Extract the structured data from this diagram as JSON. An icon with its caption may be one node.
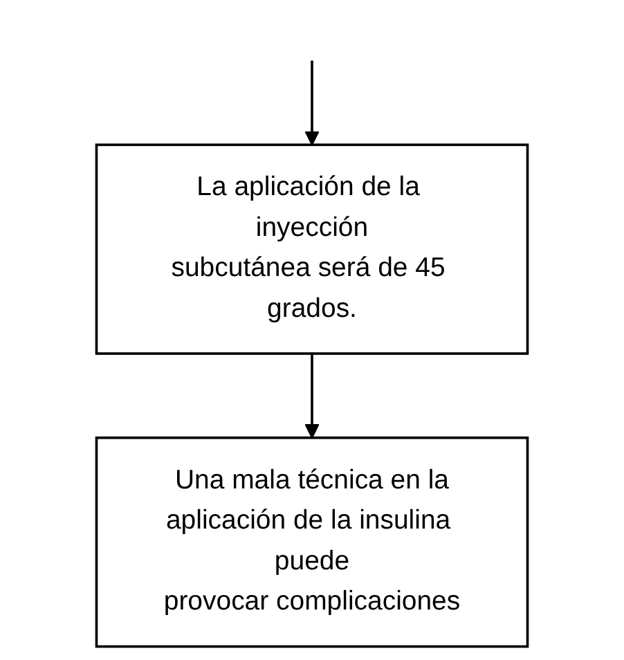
{
  "diagram": {
    "nodes": [
      {
        "text": [
          "La aplicación de la inyección subcutánea será de 45 grados."
        ]
      },
      {
        "text": [
          "Una mala técnica en la aplicación de la insulina puede provocar complicaciones"
        ]
      }
    ],
    "edges": [
      {
        "from": null,
        "to": 0,
        "arrow": "to"
      },
      {
        "from": 0,
        "to": 1,
        "arrow": "to"
      }
    ]
  }
}
